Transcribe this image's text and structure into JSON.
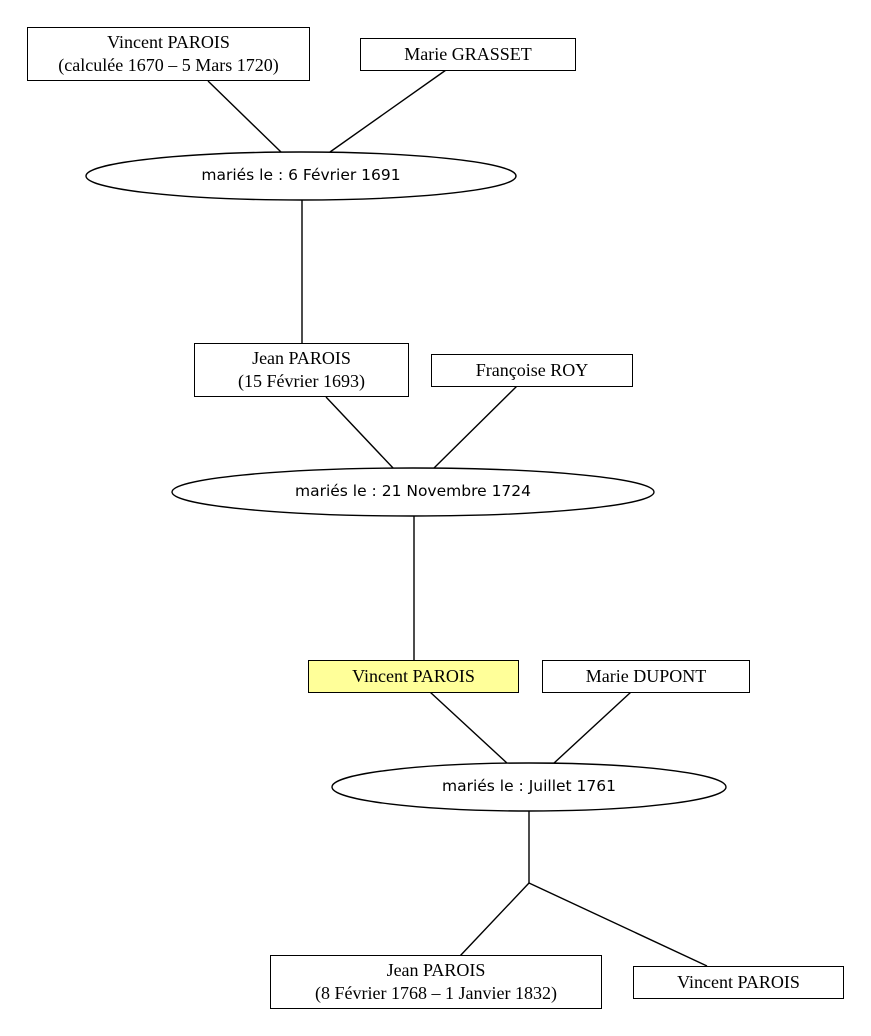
{
  "generation1": {
    "husband": {
      "name": "Vincent PAROIS",
      "dates": "(calculée 1670 – 5 Mars 1720)"
    },
    "wife": {
      "name": "Marie GRASSET"
    },
    "marriage": "mariés le : 6 Février 1691"
  },
  "generation2": {
    "husband": {
      "name": "Jean PAROIS",
      "dates": "(15 Février 1693)"
    },
    "wife": {
      "name": "Françoise ROY"
    },
    "marriage": "mariés le : 21 Novembre 1724"
  },
  "generation3": {
    "husband": {
      "name": "Vincent PAROIS"
    },
    "wife": {
      "name": "Marie DUPONT"
    },
    "marriage": "mariés le : Juillet 1761"
  },
  "children": [
    {
      "name": "Jean PAROIS",
      "dates": "(8 Février 1768 – 1 Janvier 1832)"
    },
    {
      "name": "Vincent PAROIS"
    }
  ],
  "colors": {
    "highlight": "#ffff99",
    "line": "#000000",
    "background": "#ffffff"
  }
}
